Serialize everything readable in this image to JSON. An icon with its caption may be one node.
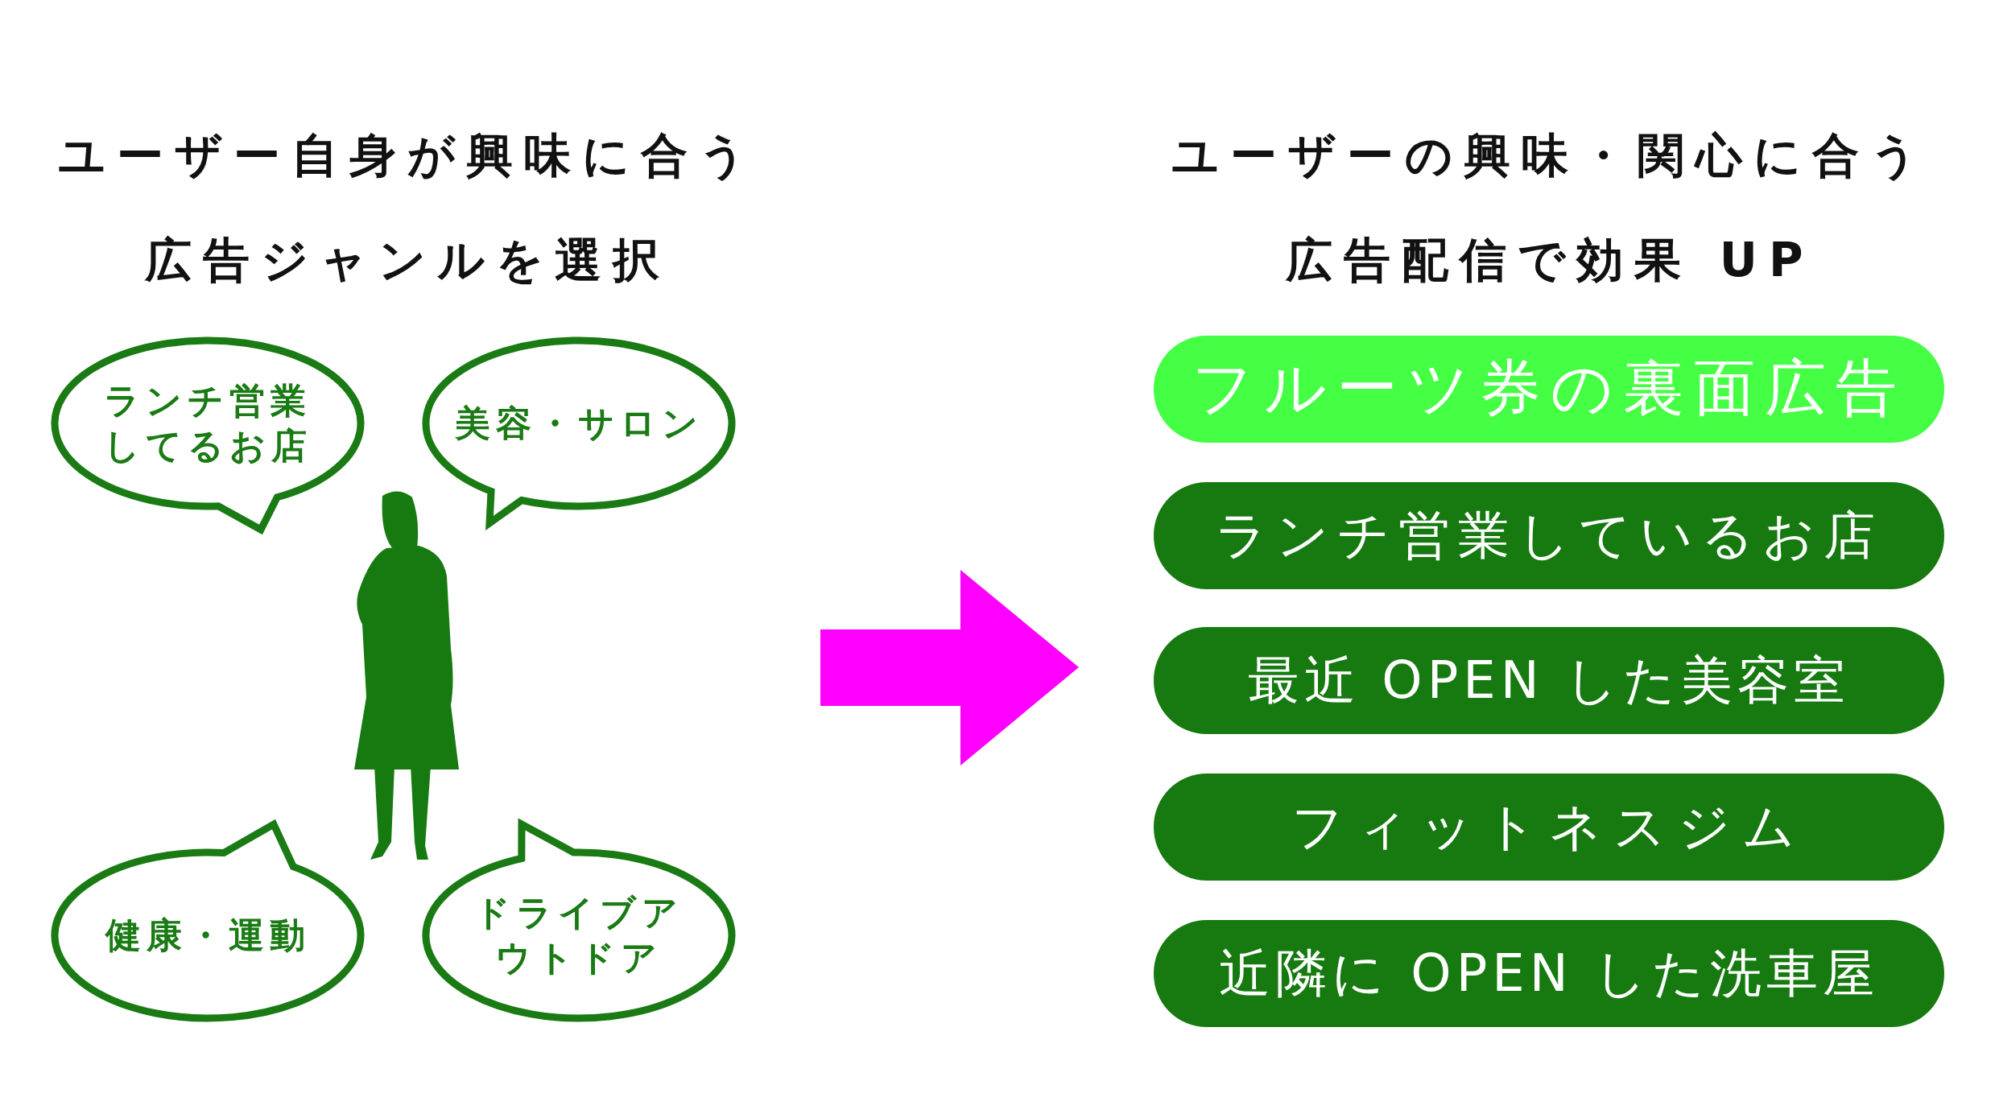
{
  "diagram": {
    "nodes": [
      {
        "text": [
          "ランチ営業してるお店"
        ]
      },
      {
        "text": [
          "美容・サロン"
        ]
      },
      {
        "text": [
          "健康・運動"
        ]
      },
      {
        "text": [
          "ドライブアウトドア"
        ]
      },
      {
        "text": [
          "フルーツ券の裏面広告"
        ]
      },
      {
        "text": [
          "ランチ営業しているお店"
        ]
      },
      {
        "text": [
          "最近 OPEN した美容室"
        ]
      },
      {
        "text": [
          "フィットネスジム"
        ]
      },
      {
        "text": [
          "近隣に OPEN した洗車屋"
        ]
      }
    ],
    "labels": [
      "ユーザー自身が興味に合う広告ジャンルを選択",
      "ユーザーの興味・関心に合う広告配信で効果 UP"
    ]
  }
}
